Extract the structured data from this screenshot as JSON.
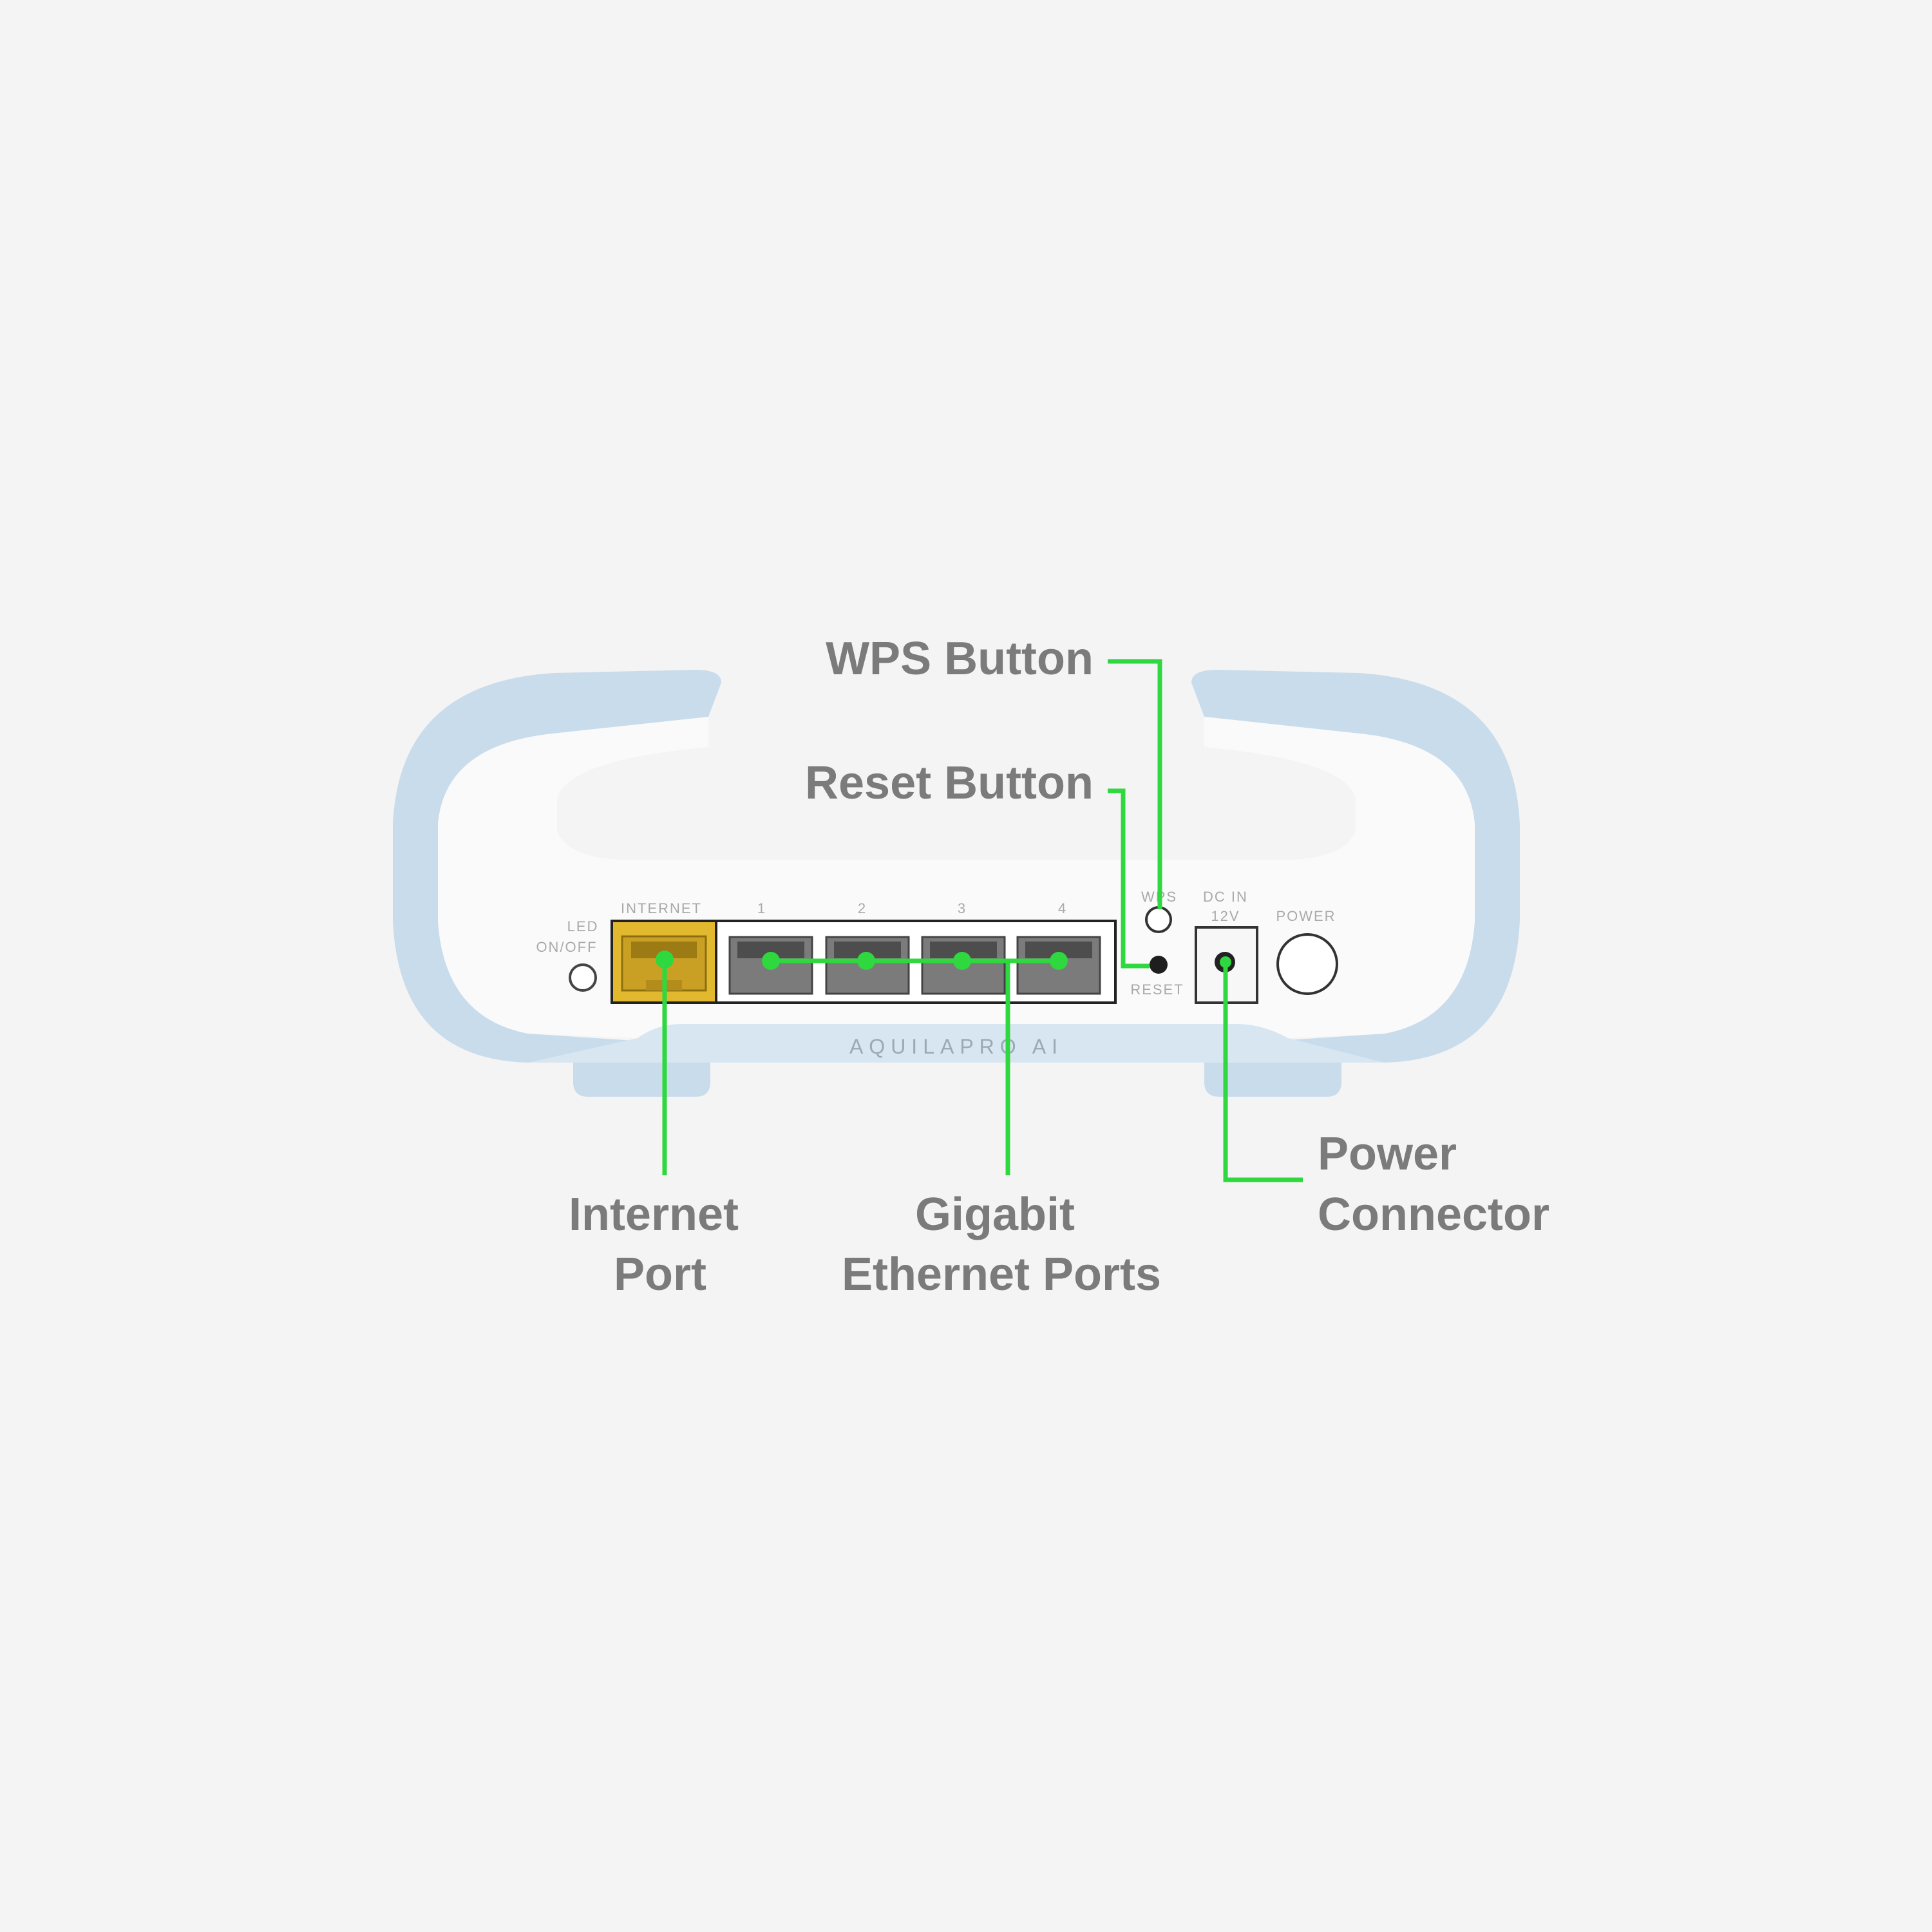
{
  "colors": {
    "background": "#f4f4f4",
    "accent_green": "#2fd83f",
    "label_gray": "#7b7b7b",
    "housing_blue": "#c9dcec",
    "housing_white": "#fafafa",
    "internet_port_yellow": "#e2b92e"
  },
  "device": {
    "brand": "AQUILAPRO AI",
    "panel_labels": {
      "led": "LED",
      "on_off": "ON/OFF",
      "internet": "INTERNET",
      "port_1": "1",
      "port_2": "2",
      "port_3": "3",
      "port_4": "4",
      "wps": "WPS",
      "reset": "RESET",
      "dc_in": "DC IN",
      "volt": "12V",
      "power": "POWER"
    }
  },
  "callouts": {
    "wps_button": "WPS Button",
    "reset_button": "Reset Button",
    "internet_port": [
      "Internet",
      "Port"
    ],
    "gigabit_ports": [
      "Gigabit",
      "Ethernet Ports"
    ],
    "power_connector": [
      "Power",
      "Connector"
    ]
  }
}
